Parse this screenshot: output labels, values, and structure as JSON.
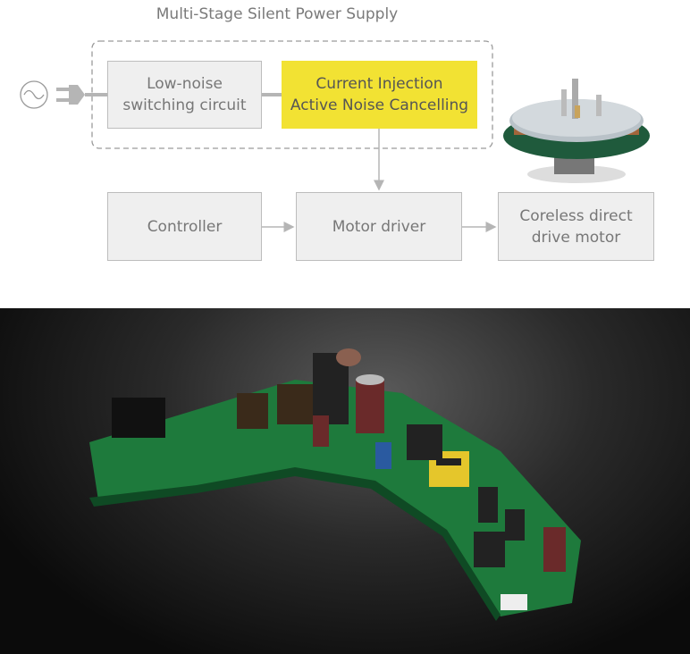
{
  "title": "Multi-Stage Silent Power Supply",
  "blocks": {
    "low_noise": "Low-noise switching circuit",
    "anc": "Current Injection Active Noise Cancelling",
    "controller": "Controller",
    "motor_driver": "Motor driver",
    "motor": "Coreless direct drive motor"
  },
  "colors": {
    "highlight": "#f2e233",
    "box": "#efefef",
    "line": "#b5b5b5"
  }
}
